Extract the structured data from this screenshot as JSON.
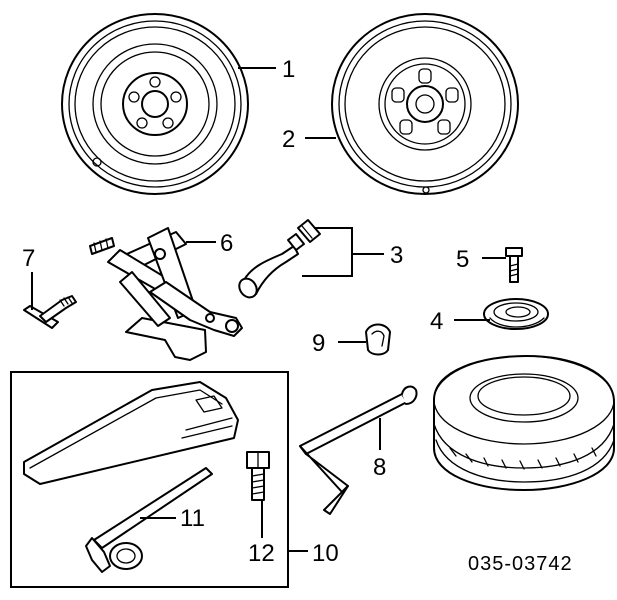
{
  "callouts": {
    "c1": "1",
    "c2": "2",
    "c3": "3",
    "c4": "4",
    "c5": "5",
    "c6": "6",
    "c7": "7",
    "c8": "8",
    "c9": "9",
    "c10": "10",
    "c11": "11",
    "c12": "12"
  },
  "diagram_code": "035-03742"
}
